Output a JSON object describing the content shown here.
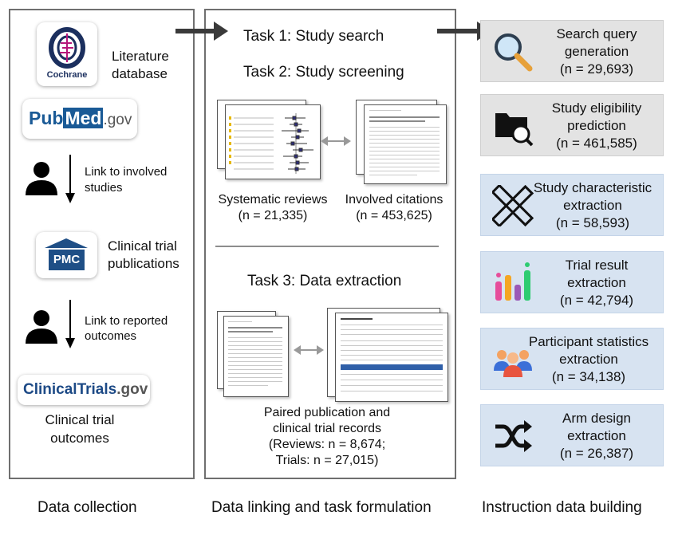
{
  "left": {
    "cochrane_label": "Cochrane",
    "literature_label": [
      "Literature",
      "database"
    ],
    "pubmed_pub": "Pub",
    "pubmed_med": "Med",
    "pubmed_gov": ".gov",
    "link_studies": [
      "Link to involved",
      "studies"
    ],
    "pmc_label": "PMC",
    "clinical_publications": [
      "Clinical trial",
      "publications"
    ],
    "link_outcomes": [
      "Link to reported",
      "outcomes"
    ],
    "ct_logo_main": "ClinicalTrials",
    "ct_logo_gov": ".gov",
    "ct_outcomes": [
      "Clinical trial",
      "outcomes"
    ]
  },
  "middle": {
    "task1": "Task 1: Study search",
    "task2": "Task 2: Study screening",
    "sys_reviews": [
      "Systematic reviews",
      "(n = 21,335)"
    ],
    "involved": [
      "Involved citations",
      "(n = 453,625)"
    ],
    "task3": "Task 3: Data extraction",
    "paired": [
      "Paired publication and",
      "clinical trial records",
      "(Reviews: n = 8,674;",
      "Trials: n = 27,015)"
    ]
  },
  "right": {
    "cards": [
      {
        "lines": [
          "Search query",
          "generation",
          "(n = 29,693)"
        ],
        "style": "gray",
        "icon": "magnifier-icon"
      },
      {
        "lines": [
          "Study eligibility",
          "prediction",
          "(n = 461,585)"
        ],
        "style": "gray",
        "icon": "folder-search-icon"
      },
      {
        "lines": [
          "Study characteristic",
          "extraction",
          "(n = 58,593)"
        ],
        "style": "blue",
        "icon": "ruler-pencil-icon"
      },
      {
        "lines": [
          "Trial result",
          "extraction",
          "(n = 42,794)"
        ],
        "style": "blue",
        "icon": "bar-chart-icon"
      },
      {
        "lines": [
          "Participant statistics",
          "extraction",
          "(n = 34,138)"
        ],
        "style": "blue",
        "icon": "people-icon"
      },
      {
        "lines": [
          "Arm design",
          "extraction",
          "(n = 26,387)"
        ],
        "style": "blue",
        "icon": "shuffle-icon"
      }
    ]
  },
  "footer": {
    "col1": "Data collection",
    "col2": "Data linking and task formulation",
    "col3": "Instruction data building"
  },
  "colors": {
    "panel_border": "#6f6f6f",
    "gray_card": "#e3e3e3",
    "blue_card": "#d7e3f1",
    "pubmed_blue": "#1a5a96",
    "arrow": "#3a3a3a"
  }
}
